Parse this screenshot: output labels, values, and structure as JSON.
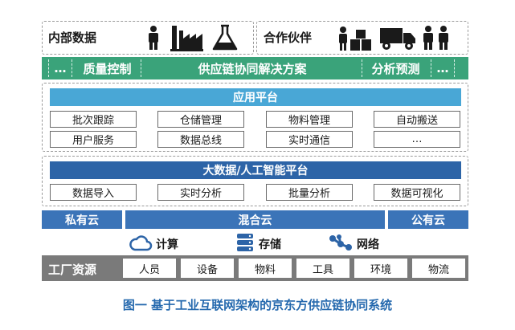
{
  "top_left_label": "内部数据",
  "top_right_label": "合作伙伴",
  "solution_bar": {
    "left_ellipsis": "…",
    "quality": "质量控制",
    "center": "供应链协同解决方案",
    "forecast": "分析预测",
    "right_ellipsis": "…"
  },
  "app_platform": {
    "title": "应用平台",
    "row1": [
      "批次跟踪",
      "仓储管理",
      "物料管理",
      "自动搬送"
    ],
    "row2": [
      "用户服务",
      "数据总线",
      "实时通信",
      "…"
    ]
  },
  "ai_platform": {
    "title": "大数据/人工智能平台",
    "items": [
      "数据导入",
      "实时分析",
      "批量分析",
      "数据可视化"
    ]
  },
  "cloud": {
    "private": "私有云",
    "hybrid": "混合云",
    "public": "公有云"
  },
  "infra": {
    "compute": "计算",
    "storage": "存储",
    "network": "网络"
  },
  "resources": {
    "label": "工厂资源",
    "items": [
      "人员",
      "设备",
      "物料",
      "工具",
      "环境",
      "物流"
    ]
  },
  "caption": "图一 基于工业互联网架构的京东方供应链协同系统"
}
